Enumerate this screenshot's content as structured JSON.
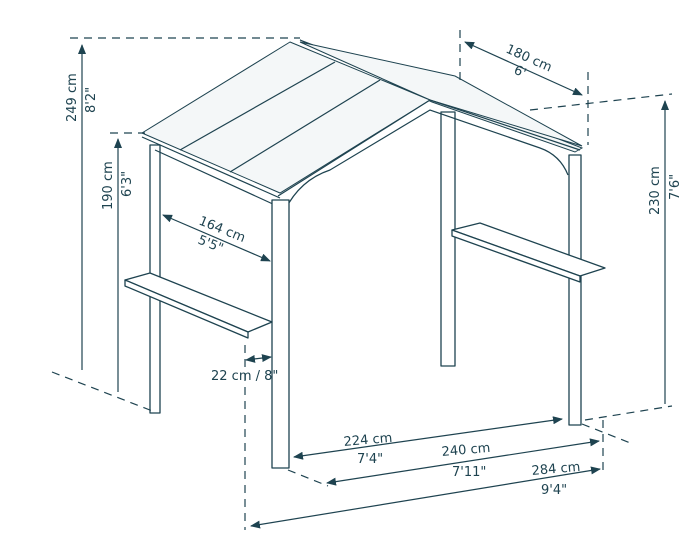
{
  "colors": {
    "line": "#1e4350",
    "background": "#ffffff"
  },
  "dimensions": {
    "depth": {
      "cm": "180 cm",
      "ft": "6'"
    },
    "peak_height": {
      "cm": "249 cm",
      "ft": "8'2\""
    },
    "eave_height": {
      "cm": "190 cm",
      "ft": "6'3\""
    },
    "side_height": {
      "cm": "230 cm",
      "ft": "7'6\""
    },
    "shelf_length": {
      "cm": "164 cm",
      "ft": "5'5\""
    },
    "shelf_depth": {
      "label": "22 cm / 8\""
    },
    "post_span": {
      "cm": "224 cm",
      "ft": "7'4\""
    },
    "base_width": {
      "cm": "240 cm",
      "ft": "7'11\""
    },
    "overall_width": {
      "cm": "284 cm",
      "ft": "9'4\""
    }
  }
}
